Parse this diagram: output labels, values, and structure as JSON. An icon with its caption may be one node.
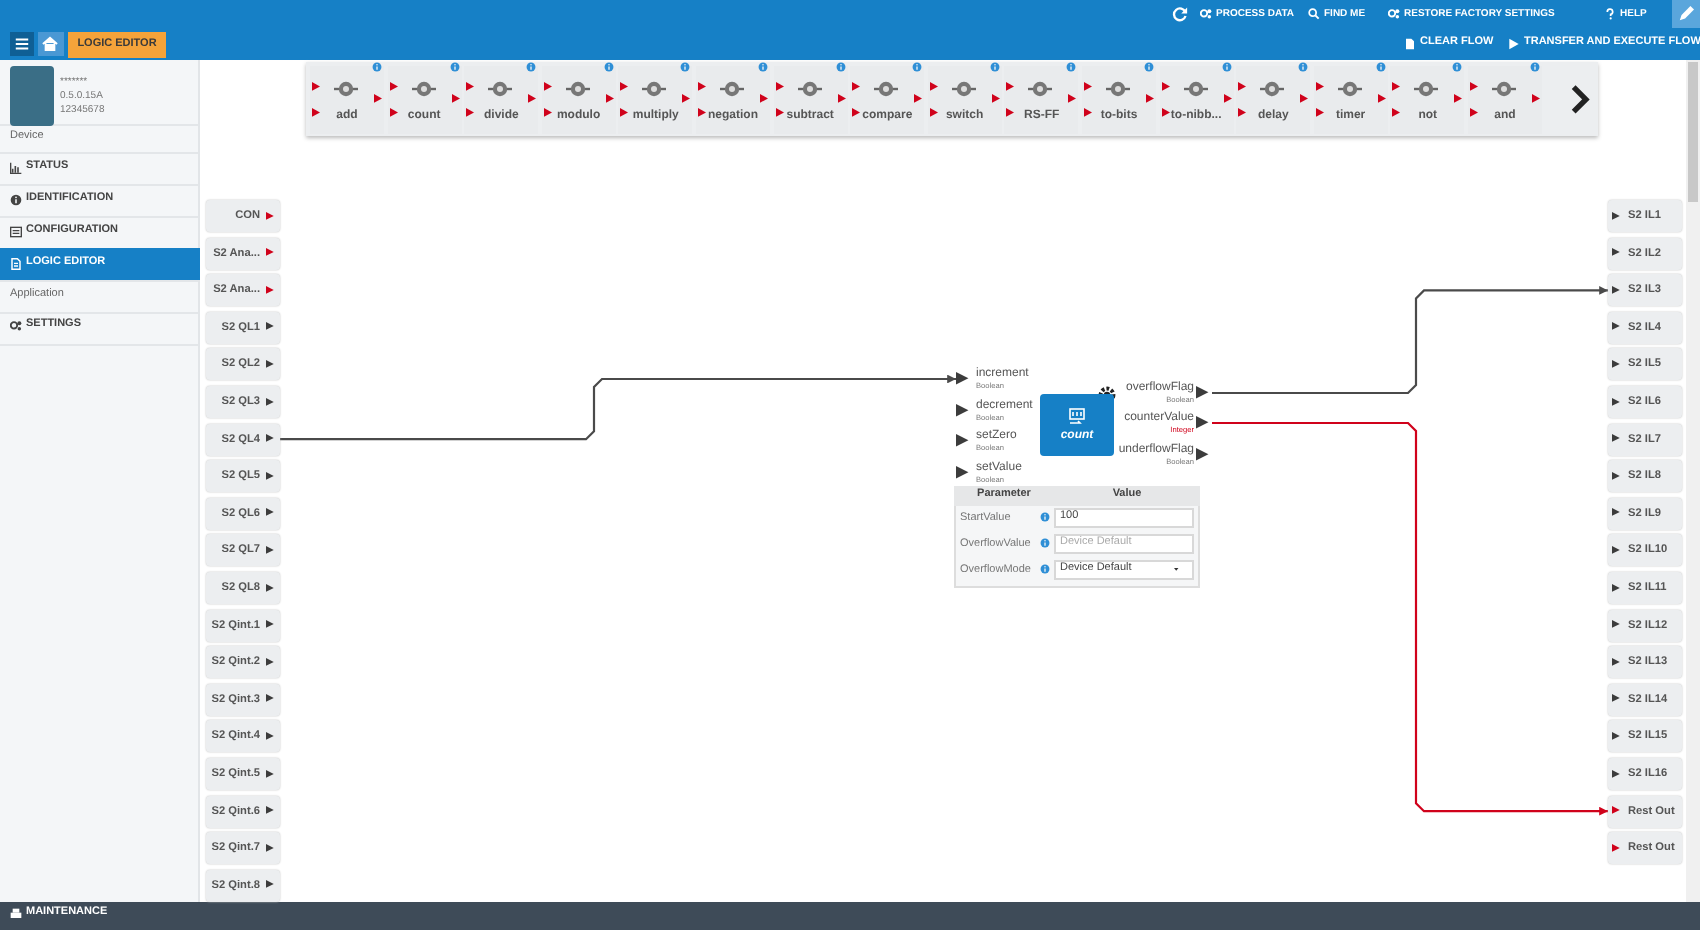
{
  "diagram": {
    "nodes": [
      {
        "text": [
          "CON"
        ]
      },
      {
        "text": [
          "S2 Ana..."
        ]
      },
      {
        "text": [
          "S2 Ana..."
        ]
      },
      {
        "text": [
          "S2 QL1"
        ]
      },
      {
        "text": [
          "S2 QL2"
        ]
      },
      {
        "text": [
          "S2 QL3"
        ]
      },
      {
        "text": [
          "S2 QL4"
        ]
      },
      {
        "text": [
          "S2 QL5"
        ]
      },
      {
        "text": [
          "S2 QL6"
        ]
      },
      {
        "text": [
          "S2 QL7"
        ]
      },
      {
        "text": [
          "S2 QL8"
        ]
      },
      {
        "text": [
          "S2 Qint.1"
        ]
      },
      {
        "text": [
          "S2 Qint.2"
        ]
      },
      {
        "text": [
          "S2 Qint.3"
        ]
      },
      {
        "text": [
          "S2 Qint.4"
        ]
      },
      {
        "text": [
          "S2 Qint.5"
        ]
      },
      {
        "text": [
          "S2 Qint.6"
        ]
      },
      {
        "text": [
          "S2 Qint.7"
        ]
      },
      {
        "text": [
          "S2 Qint.8"
        ]
      },
      {
        "text": [
          "S2 IL1"
        ]
      },
      {
        "text": [
          "S2 IL2"
        ]
      },
      {
        "text": [
          "S2 IL3"
        ]
      },
      {
        "text": [
          "S2 IL4"
        ]
      },
      {
        "text": [
          "S2 IL5"
        ]
      },
      {
        "text": [
          "S2 IL6"
        ]
      },
      {
        "text": [
          "S2 IL7"
        ]
      },
      {
        "text": [
          "S2 IL8"
        ]
      },
      {
        "text": [
          "S2 IL9"
        ]
      },
      {
        "text": [
          "S2 IL10"
        ]
      },
      {
        "text": [
          "S2 IL11"
        ]
      },
      {
        "text": [
          "S2 IL12"
        ]
      },
      {
        "text": [
          "S2 IL13"
        ]
      },
      {
        "text": [
          "S2 IL14"
        ]
      },
      {
        "text": [
          "S2 IL15"
        ]
      },
      {
        "text": [
          "S2 IL16"
        ]
      },
      {
        "text": [
          "Rest Out"
        ]
      },
      {
        "text": [
          "Rest Out"
        ]
      },
      {
        "text": [
          "count"
        ]
      },
      {
        "text": [
          "increment",
          "Boolean"
        ]
      },
      {
        "text": [
          "decrement",
          "Boolean"
        ]
      },
      {
        "text": [
          "setZero",
          "Boolean"
        ]
      },
      {
        "text": [
          "setValue",
          "Boolean"
        ]
      },
      {
        "text": [
          "overflowFlag",
          "Boolean"
        ]
      },
      {
        "text": [
          "counterValue",
          "Integer"
        ]
      },
      {
        "text": [
          "underflowFlag",
          "Boolean"
        ]
      },
      {
        "text": [
          "add"
        ]
      },
      {
        "text": [
          "count"
        ]
      },
      {
        "text": [
          "divide"
        ]
      },
      {
        "text": [
          "modulo"
        ]
      },
      {
        "text": [
          "multiply"
        ]
      },
      {
        "text": [
          "negation"
        ]
      },
      {
        "text": [
          "subtract"
        ]
      },
      {
        "text": [
          "compare"
        ]
      },
      {
        "text": [
          "switch"
        ]
      },
      {
        "text": [
          "RS-FF"
        ]
      },
      {
        "text": [
          "to-bits"
        ]
      },
      {
        "text": [
          "to-nibb..."
        ]
      },
      {
        "text": [
          "delay"
        ]
      },
      {
        "text": [
          "timer"
        ]
      },
      {
        "text": [
          "not"
        ]
      },
      {
        "text": [
          "and"
        ]
      }
    ],
    "edges": [
      {
        "from": 6,
        "to": 38,
        "arrow": "to"
      },
      {
        "from": 42,
        "to": 21,
        "arrow": "to"
      },
      {
        "from": 43,
        "to": 35,
        "arrow": "to",
        "color": "#d0021b"
      }
    ],
    "labels": [
      "LOGIC EDITOR",
      "PROCESS DATA",
      "FIND ME",
      "RESTORE FACTORY SETTINGS",
      "HELP",
      "CLEAR FLOW",
      "TRANSFER AND EXECUTE FLOW",
      "*******",
      "0.5.0.15A",
      "12345678",
      "Device",
      "STATUS",
      "IDENTIFICATION",
      "CONFIGURATION",
      "LOGIC EDITOR",
      "Application",
      "SETTINGS",
      "MAINTENANCE",
      "Parameter",
      "Value",
      "StartValue",
      "100",
      "OverflowValue",
      "Device Default",
      "OverflowMode",
      "Device Default"
    ]
  }
}
